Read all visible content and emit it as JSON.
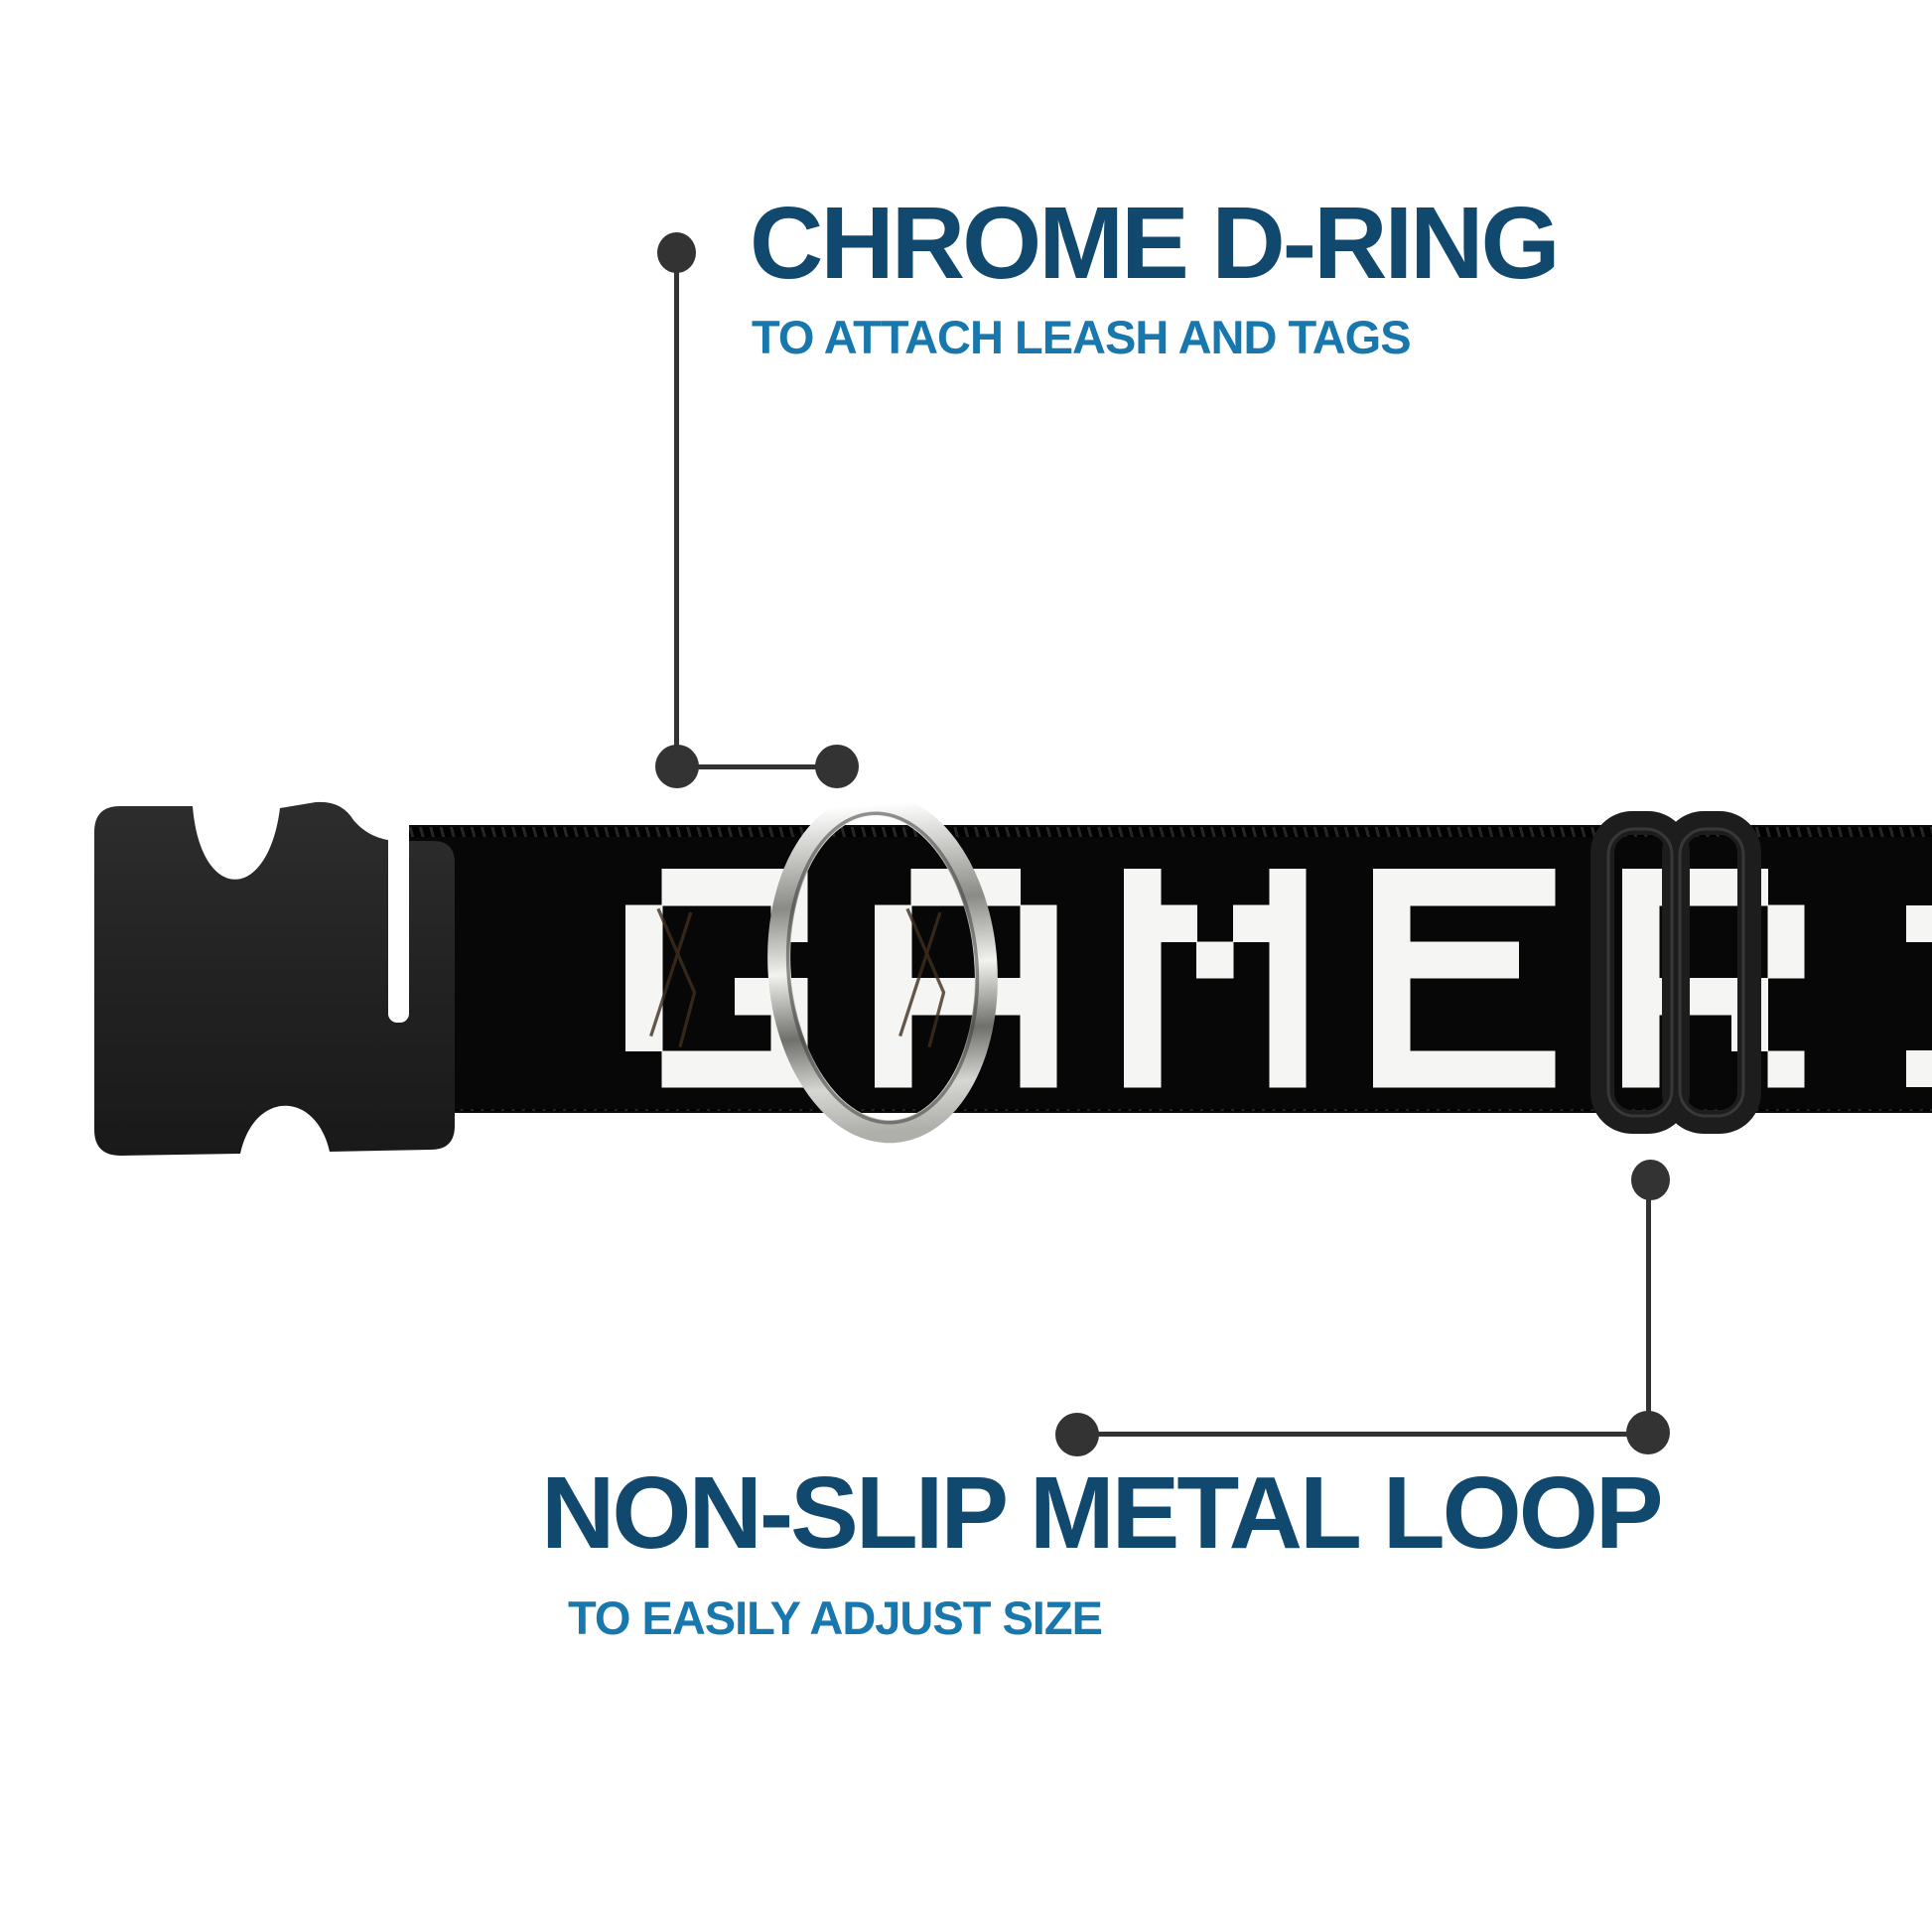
{
  "colors": {
    "bg": "#ffffff",
    "title": "#11486e",
    "subtitle": "#1878ad",
    "callout": "#333333",
    "strap": "#070707",
    "letter": "#f5f5f3",
    "buckle": "#232323",
    "slider": "#1d1d1d",
    "chrome_light": "#fafaf7",
    "chrome_dark": "#6f6f6b"
  },
  "callout_dring": {
    "title": "CHROME D-RING",
    "subtitle": "TO ATTACH LEASH AND TAGS"
  },
  "callout_loop": {
    "title": "NON-SLIP METAL LOOP",
    "subtitle": "TO EASILY ADJUST SIZE"
  },
  "collar": {
    "word": "GAMER",
    "cracked_letters": "GA",
    "partial_letter_at_edge": true
  }
}
